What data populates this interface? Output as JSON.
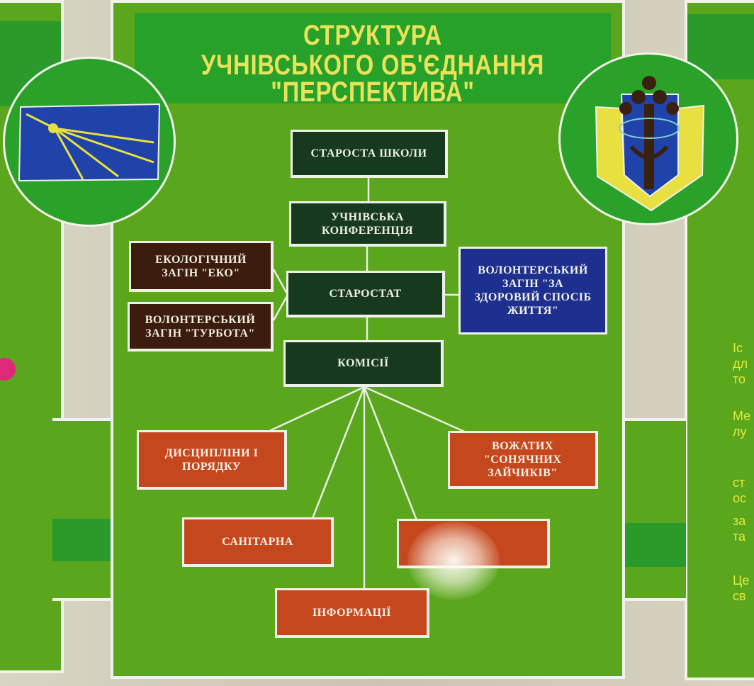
{
  "poster": {
    "title_lines": [
      "СТРУКТУРА",
      "УЧНІВСЬКОГО  ОБ'ЄДНАННЯ",
      "\"ПЕРСПЕКТИВА\""
    ]
  },
  "nodes": {
    "starosta": "СТАРОСТА ШКОЛИ",
    "conference": "УЧНІВСЬКА КОНФЕРЕНЦІЯ",
    "starostat": "СТАРОСТАТ",
    "commissions": "КОМІСІЇ",
    "eco": "ЕКОЛОГІЧНИЙ ЗАГІН \"ЕКО\"",
    "turbota": "ВОЛОНТЕРСЬКИЙ ЗАГІН \"ТУРБОТА\"",
    "healthy": "ВОЛОНТЕРСЬКИЙ ЗАГІН \"ЗА ЗДОРОВИЙ СПОСІБ ЖИТТЯ\"",
    "discipline": "ДИСЦИПЛІНИ І ПОРЯДКУ",
    "vozhatykh": "ВОЖАТИХ \"СОНЯЧНИХ ЗАЙЧИКІВ\"",
    "sanitary": "САНІТАРНА",
    "obscured": "",
    "information": "ІНФОРМАЦІЇ"
  },
  "side_panel_text": [
    "Іс",
    "дл",
    "то",
    "Ме",
    "лу",
    "ст",
    "ос",
    "за",
    "та",
    "Це",
    "св"
  ],
  "colors": {
    "panel_green": "#5aa61c",
    "title_green": "#27a12a",
    "title_yellow": "#e9e25a",
    "node_dark": "#173a1f",
    "node_brown": "#3b1c0e",
    "node_blue": "#1d2f8f",
    "node_red": "#c5471e"
  },
  "icons": {
    "left_emblem": "flag-rays-icon",
    "right_emblem": "tree-shield-icon"
  }
}
